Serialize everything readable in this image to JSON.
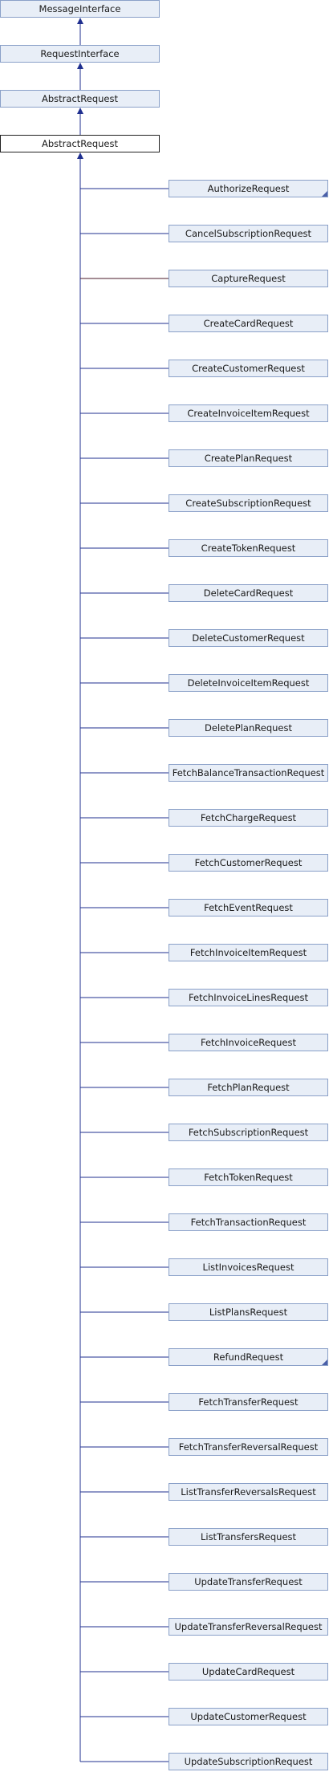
{
  "colors": {
    "edge": "#1f2f8f",
    "edge_dark": "#4a1a2a",
    "node_fill": "#e8eef7",
    "node_border": "#8aa0c8",
    "current_border": "#222222"
  },
  "ancestors": [
    {
      "label": "MessageInterface"
    },
    {
      "label": "RequestInterface"
    },
    {
      "label": "AbstractRequest"
    }
  ],
  "current": {
    "label": "AbstractRequest"
  },
  "children": [
    {
      "label": "AuthorizeRequest",
      "has_subclasses": true
    },
    {
      "label": "CancelSubscriptionRequest"
    },
    {
      "label": "CaptureRequest"
    },
    {
      "label": "CreateCardRequest"
    },
    {
      "label": "CreateCustomerRequest"
    },
    {
      "label": "CreateInvoiceItemRequest"
    },
    {
      "label": "CreatePlanRequest"
    },
    {
      "label": "CreateSubscriptionRequest"
    },
    {
      "label": "CreateTokenRequest"
    },
    {
      "label": "DeleteCardRequest"
    },
    {
      "label": "DeleteCustomerRequest"
    },
    {
      "label": "DeleteInvoiceItemRequest"
    },
    {
      "label": "DeletePlanRequest"
    },
    {
      "label": "FetchBalanceTransactionRequest"
    },
    {
      "label": "FetchChargeRequest"
    },
    {
      "label": "FetchCustomerRequest"
    },
    {
      "label": "FetchEventRequest"
    },
    {
      "label": "FetchInvoiceItemRequest"
    },
    {
      "label": "FetchInvoiceLinesRequest"
    },
    {
      "label": "FetchInvoiceRequest"
    },
    {
      "label": "FetchPlanRequest"
    },
    {
      "label": "FetchSubscriptionRequest"
    },
    {
      "label": "FetchTokenRequest"
    },
    {
      "label": "FetchTransactionRequest"
    },
    {
      "label": "ListInvoicesRequest"
    },
    {
      "label": "ListPlansRequest"
    },
    {
      "label": "RefundRequest",
      "has_subclasses": true
    },
    {
      "label": "FetchTransferRequest"
    },
    {
      "label": "FetchTransferReversalRequest"
    },
    {
      "label": "ListTransferReversalsRequest"
    },
    {
      "label": "ListTransfersRequest"
    },
    {
      "label": "UpdateTransferRequest"
    },
    {
      "label": "UpdateTransferReversalRequest"
    },
    {
      "label": "UpdateCardRequest"
    },
    {
      "label": "UpdateCustomerRequest"
    },
    {
      "label": "UpdateSubscriptionRequest"
    }
  ]
}
